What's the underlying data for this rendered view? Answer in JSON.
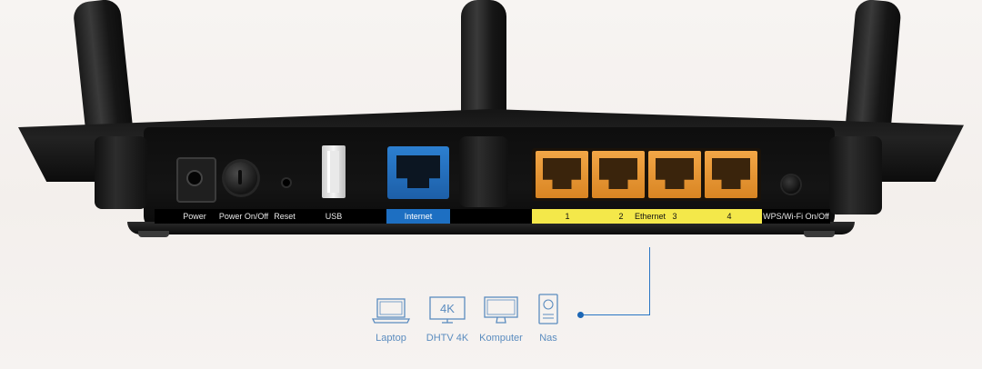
{
  "router": {
    "ports": {
      "power": "Power",
      "power_on_off": "Power On/Off",
      "reset": "Reset",
      "usb": "USB",
      "internet": "Internet",
      "lan_1": "1",
      "lan_2": "2",
      "ethernet": "Ethernet",
      "lan_3": "3",
      "lan_4": "4",
      "wps": "WPS/Wi-Fi On/Off"
    }
  },
  "devices": [
    {
      "label": "Laptop",
      "icon": "laptop-icon"
    },
    {
      "label": "DHTV 4K",
      "icon": "tv-4k-icon",
      "badge": "4K"
    },
    {
      "label": "Komputer",
      "icon": "monitor-icon"
    },
    {
      "label": "Nas",
      "icon": "nas-icon"
    }
  ],
  "colors": {
    "internet_port": "#2c7fd0",
    "lan_port": "#f2a646",
    "label_yellow": "#f4e84a",
    "device_line": "#2a76c4",
    "device_text": "#5b8cbf"
  }
}
